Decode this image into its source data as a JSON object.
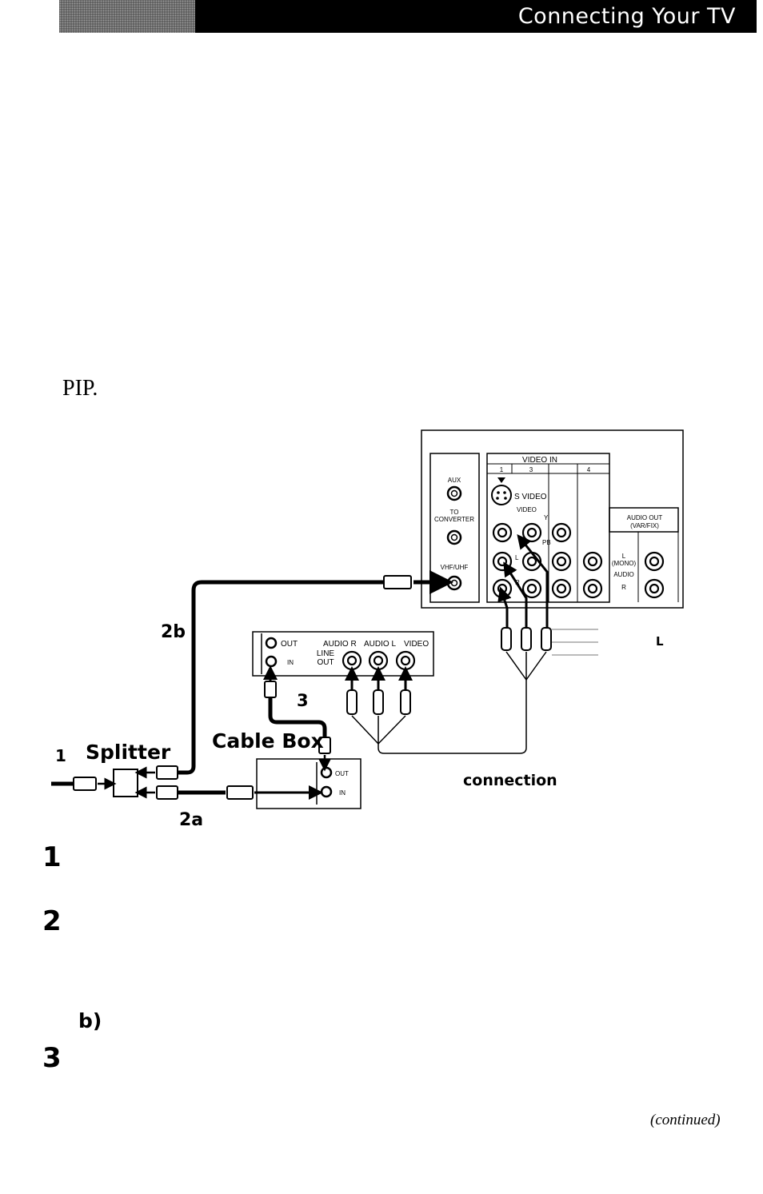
{
  "header": {
    "title": "Connecting Your TV"
  },
  "text": {
    "pip": "PIP."
  },
  "diagram": {
    "tv_panel": {
      "aux": "AUX",
      "to_converter_1": "TO",
      "to_converter_2": "CONVERTER",
      "vhf_uhf": "VHF/UHF",
      "video_in": "VIDEO IN",
      "col_1": "1",
      "col_3": "3",
      "col_4": "4",
      "s_video": "S VIDEO",
      "video_small": "VIDEO",
      "y": "Y",
      "pb": "PB",
      "l": "L",
      "r": "R",
      "mono": "(MONO)",
      "audio": "AUDIO",
      "audio_out": "AUDIO OUT",
      "var_fix": "(VAR/FIX)"
    },
    "vcr_panel": {
      "out": "OUT",
      "in": "IN",
      "audio_r": "AUDIO R",
      "audio_l": "AUDIO L",
      "video": "VIDEO",
      "line": "LINE",
      "line_out": "OUT"
    },
    "cable_box": {
      "title": "Cable Box",
      "out": "OUT",
      "in": "IN"
    },
    "labels": {
      "splitter_num": "1",
      "splitter": "Splitter",
      "step_2b": "2b",
      "step_2a": "2a",
      "step_3": "3",
      "connection": "connection",
      "right_l": "L"
    }
  },
  "steps": [
    {
      "num": "1"
    },
    {
      "num": "2"
    },
    {
      "sub": "b)"
    },
    {
      "num": "3"
    }
  ],
  "footer": {
    "continued": "(continued)"
  }
}
